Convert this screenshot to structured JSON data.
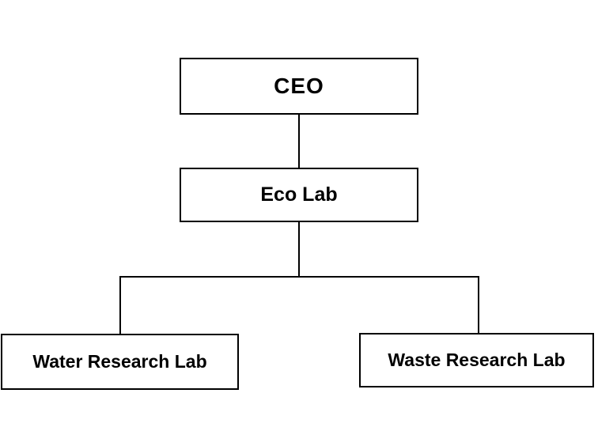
{
  "page": {
    "background_color": "#ffffff",
    "line_color": "#000000",
    "text_color": "#000000"
  },
  "org_chart": {
    "type": "org-chart",
    "nodes": [
      {
        "id": "ceo",
        "label": "CEO",
        "parent": null
      },
      {
        "id": "eco-lab",
        "label": "Eco Lab",
        "parent": "ceo"
      },
      {
        "id": "water-research-lab",
        "label": "Water Research Lab",
        "parent": "eco-lab"
      },
      {
        "id": "waste-research-lab",
        "label": "Waste Research Lab",
        "parent": "eco-lab"
      }
    ],
    "edges": [
      {
        "from": "ceo",
        "to": "eco-lab"
      },
      {
        "from": "eco-lab",
        "to": "water-research-lab"
      },
      {
        "from": "eco-lab",
        "to": "waste-research-lab"
      }
    ]
  }
}
